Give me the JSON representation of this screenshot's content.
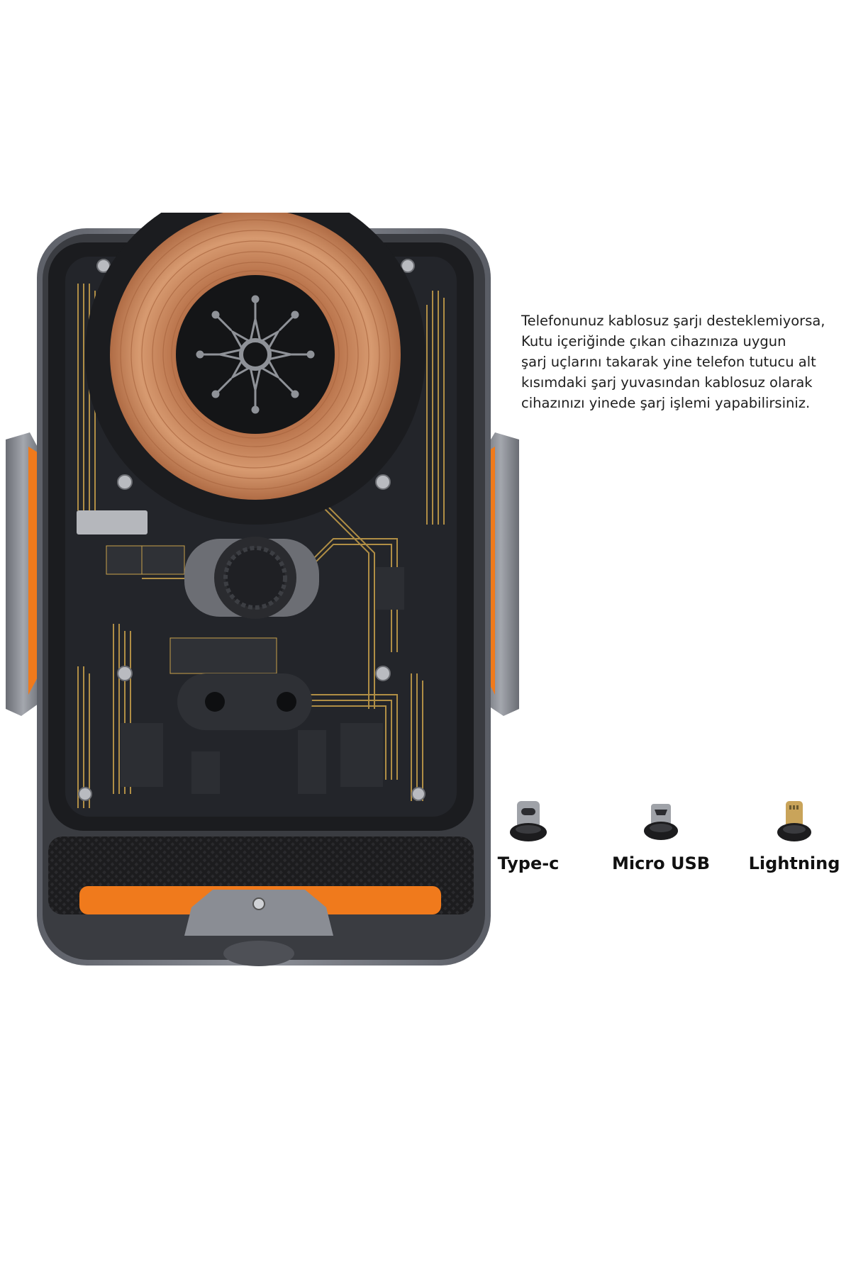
{
  "description": {
    "lines": [
      "Telefonunuz kablosuz şarjı desteklemiyorsa,",
      "Kutu içeriğinde çıkan cihazınıza uygun",
      "şarj uçlarını takarak yine telefon tutucu alt",
      "kısımdaki şarj yuvasından kablosuz olarak",
      "cihazınızı yinede şarj işlemi yapabilirsiniz."
    ]
  },
  "tips": [
    {
      "label": "Type-c",
      "icon": "type-c-connector-icon"
    },
    {
      "label": "Micro USB",
      "icon": "micro-usb-connector-icon"
    },
    {
      "label": "Lightning",
      "icon": "lightning-connector-icon"
    }
  ],
  "colors": {
    "accent_orange": "#f07a1c",
    "frame_gray": "#7d8088",
    "coil_copper": "#c98a5e",
    "pcb_trace_gold": "#c9a14a",
    "panel_black": "#1b1c1f"
  }
}
